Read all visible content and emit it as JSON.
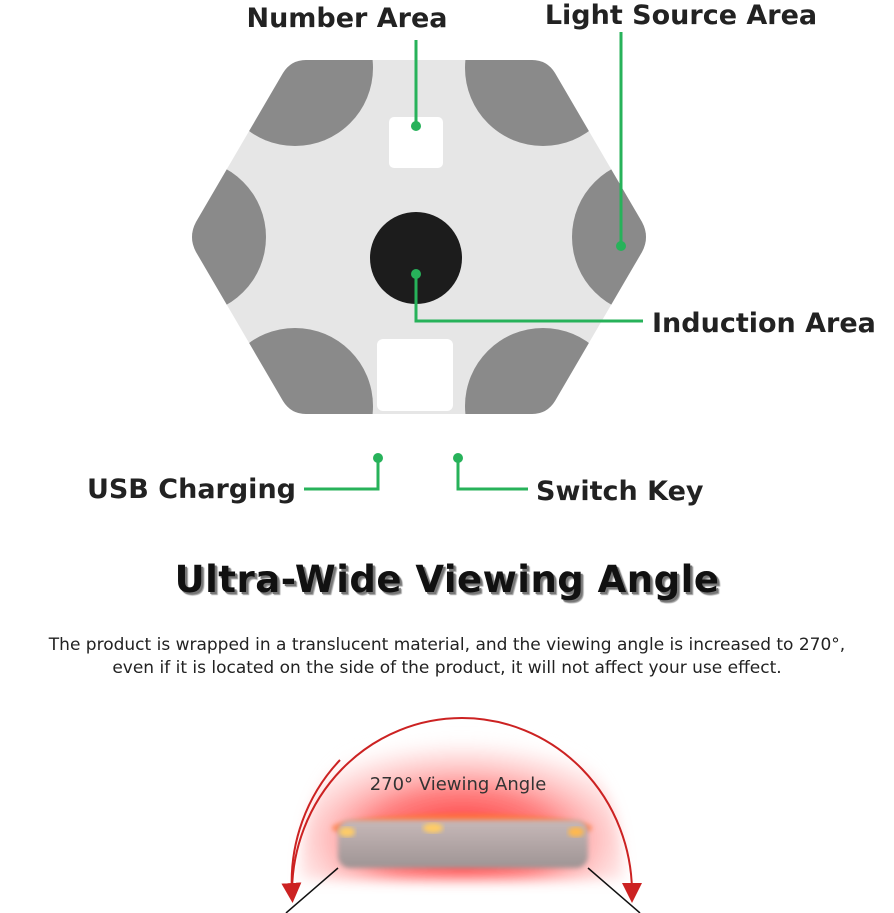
{
  "diagram": {
    "labels": {
      "number_area": "Number Area",
      "light_source_area": "Light Source Area",
      "induction_area": "Induction Area",
      "usb_charging": "USB Charging",
      "switch_key": "Switch Key"
    },
    "colors": {
      "hexagon_fill": "#e6e6e6",
      "light_source": "#8a8a8a",
      "induction_area": "#1c1c1c",
      "callout_line": "#27b25a"
    }
  },
  "viewing_section": {
    "headline": "Ultra-Wide Viewing Angle",
    "description_lines": [
      "The product is wrapped in a translucent material, and the viewing angle is increased to 270°,",
      "even if it is located on the side of the product, it will not affect your use effect."
    ],
    "angle_label": "270° Viewing Angle",
    "colors": {
      "glow": "#ff2a2a",
      "arc": "#cc2222"
    }
  }
}
